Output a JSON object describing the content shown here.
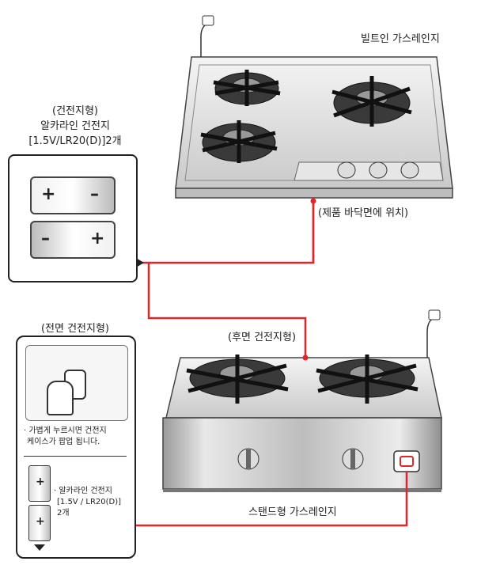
{
  "labels": {
    "builtin_range": "빌트인 가스레인지",
    "battery_type_title": "(건전지형)",
    "battery_spec_line1": "알카라인 건전지",
    "battery_spec_line2": "[1.5V/LR20(D)]2개",
    "bottom_location": "(제품 바닥면에 위치)",
    "front_battery": "(전면 건전지형)",
    "rear_battery": "(후면 건전지형)",
    "press_hint_line1": "· 가볍게 누르시면 건전지",
    "press_hint_line2": "케이스가 팝업 됩니다.",
    "inset_spec_line1": "· 알카라인 건전지",
    "inset_spec_line2": "[1.5V / LR20(D)]",
    "inset_spec_line3": "2개",
    "stand_range": "스탠드형 가스레인지"
  },
  "battery_signs": {
    "top_left": "+",
    "top_right": "–",
    "bottom_left": "–",
    "bottom_right": "+",
    "inset_plus": "+"
  },
  "colors": {
    "connector_line": "#e0262b",
    "outline": "#222222"
  }
}
